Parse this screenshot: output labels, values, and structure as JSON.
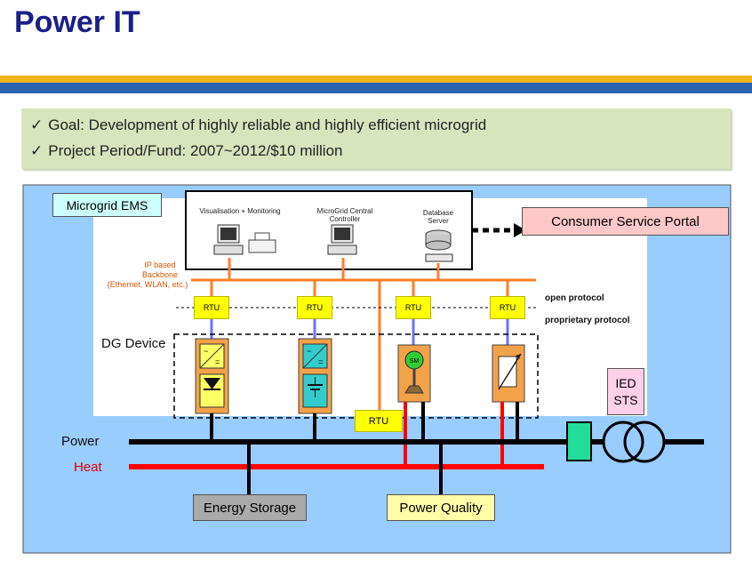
{
  "title": "Power IT",
  "goals": [
    "Goal: Development of highly reliable and highly efficient microgrid",
    "Project Period/Fund: 2007~2012/$10 million"
  ],
  "check_glyph": "✓",
  "diagram": {
    "ems_label": "Microgrid EMS",
    "vis_label": "Visualisation + Monitoring",
    "mgcc_label_1": "MicroGrid Central",
    "mgcc_label_2": "Controller",
    "db_label_1": "Database",
    "db_label_2": "Server",
    "portal_label": "Consumer Service Portal",
    "backbone_label_1": "IP based",
    "backbone_label_2": "Backbone",
    "backbone_label_3": "(Ethernet, WLAN, etc.)",
    "open_protocol": "open protocol",
    "proprietary_protocol": "proprietary protocol",
    "rtu_label": "RTU",
    "dg_label": "DG Device",
    "ied_label_1": "IED",
    "ied_label_2": "STS",
    "power_label": "Power",
    "heat_label": "Heat",
    "storage_label": "Energy Storage",
    "quality_label": "Power Quality",
    "gen_label": "SM"
  },
  "colors": {
    "title": "#1a1f8a",
    "panel": "#99ccff",
    "backbone": "#ff7f27",
    "heat": "#ff0000",
    "rtu": "#ffff00",
    "device": "#f4a24a",
    "portal": "#ffc8c8",
    "storage": "#aaaaaa",
    "quality": "#ffffa8",
    "ied": "#ffd0e8"
  }
}
